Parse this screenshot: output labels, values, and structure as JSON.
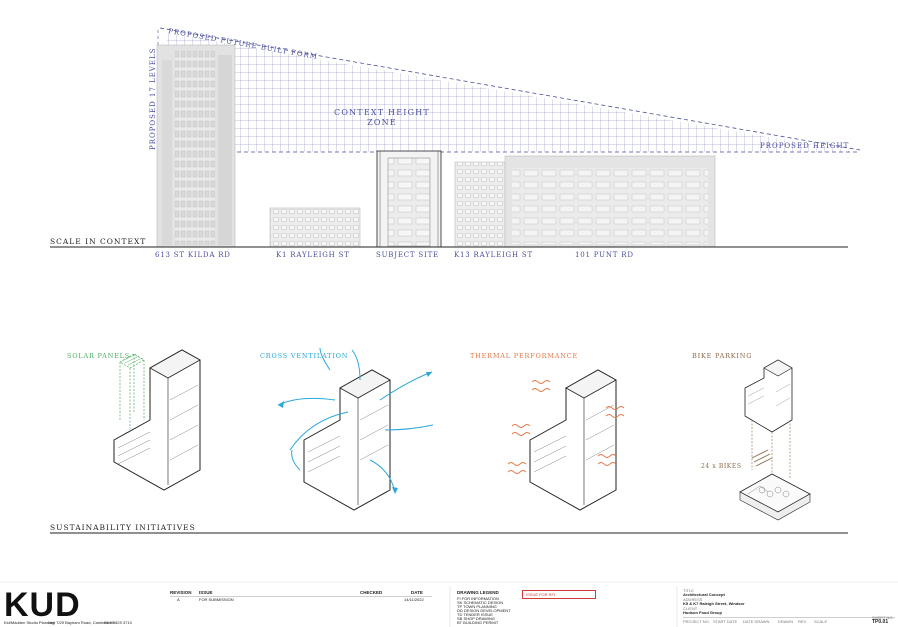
{
  "elevation": {
    "scale_label": "SCALE IN CONTEXT",
    "future_form_label": "PROPOSED FUTURE BUILT FORM",
    "levels_label": "PROPOSED 17 LEVELS",
    "zone_label_1": "CONTEXT HEIGHT",
    "zone_label_2": "ZONE",
    "height_label": "PROPOSED HEIGHT",
    "buildings": [
      "613 ST KILDA RD",
      "K1 RAYLEIGH ST",
      "SUBJECT SITE",
      "K13 RAYLEIGH ST",
      "101 PUNT RD"
    ]
  },
  "sustainability": {
    "section_label": "SUSTAINABILITY INITIATIVES",
    "solar": "SOLAR PANELS",
    "ventilation": "CROSS VENTILATION",
    "thermal": "THERMAL PERFORMANCE",
    "bike": "BIKE PARKING",
    "bikes_count": "24 x BIKES",
    "colors": {
      "solar": "#4fae63",
      "ventilation": "#2aa7d9",
      "thermal": "#e07a4a",
      "bike": "#8a6b4a"
    }
  },
  "titleblock": {
    "logo": "KUD",
    "company": "Kid/Madden Studio Planning",
    "address": "Unit 7/29 Bayham Road, Camberwell",
    "phone": "03 9 9829 3710",
    "revision_header": "REVISION",
    "issue_header": "ISSUE",
    "checked_header": "CHECKED",
    "date_header": "DATE",
    "revision": "A",
    "issue": "FOR SUBMISSION",
    "date": "14/11/2022",
    "legend_header": "DRAWING LEGEND",
    "legend_items": [
      "FI  FOR INFORMATION",
      "SK  SCHEMATIC DESIGN",
      "TP  TOWN PLANNING",
      "DD  DESIGN DEVELOPMENT",
      "TD  TENDER ISSUE",
      "SB  SHOP DRAWING",
      "BT  BUILDING PERMIT"
    ],
    "issue_stamp": "ISSUE FOR RFI",
    "title_label": "TITLE",
    "title": "Architectural Concept",
    "address_label": "ADDRESS",
    "site_address": "K5 & K7 Raleigh Street, Windsor",
    "client_label": "CLIENT",
    "client": "Hudson Food Group",
    "footer_fields": [
      "PROJECT NO.",
      "START DATE",
      "DATE DRAWN",
      "DRAWN",
      "REV",
      "SCALE",
      "SHEET NO."
    ],
    "sheet_no": "TP0.01"
  }
}
